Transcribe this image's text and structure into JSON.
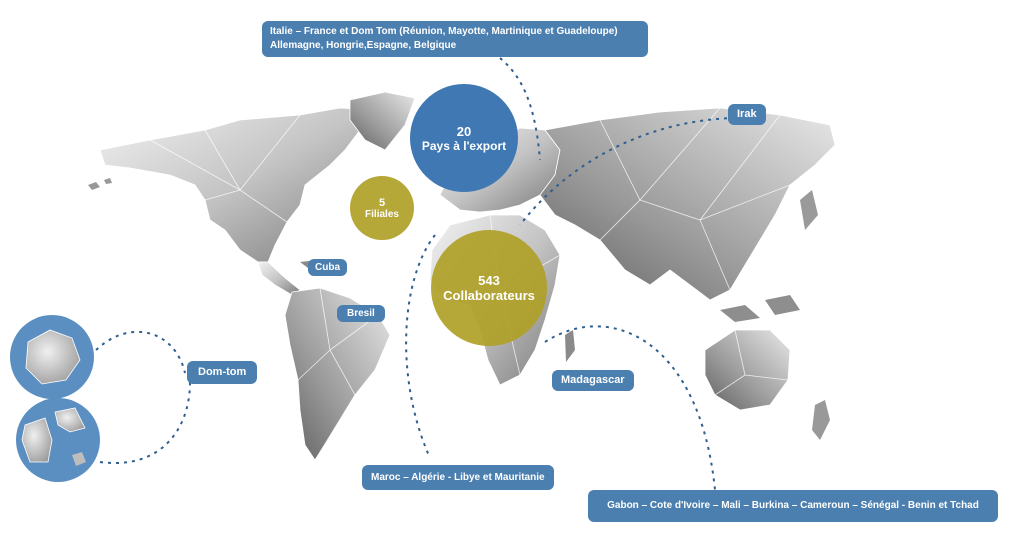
{
  "map": {
    "dom_tom_islands": [
      "island-reunion",
      "island-guadeloupe"
    ]
  },
  "stats": {
    "export": {
      "value": "20",
      "label": "Pays à l'export",
      "color": "#3f78b3"
    },
    "filiales": {
      "value": "5",
      "label": "Filiales",
      "color": "#b09f28"
    },
    "collaborateurs": {
      "value": "543",
      "label": "Collaborateurs",
      "color": "#b09f28"
    }
  },
  "labels": {
    "europe": {
      "line1": "Italie – France et Dom Tom (Réunion, Mayotte, Martinique et Guadeloupe)",
      "line2": "Allemagne, Hongrie,Espagne, Belgique"
    },
    "irak": "Irak",
    "cuba": "Cuba",
    "bresil": "Bresil",
    "domtom": "Dom-tom",
    "madagascar": "Madagascar",
    "maghreb": "Maroc – Algérie - Libye et Mauritanie",
    "africa": "Gabon – Cote d'Ivoire – Mali – Burkina – Cameroun – Sénégal  - Benin et Tchad"
  },
  "colors": {
    "label_bg": "#4a7fb0",
    "connector": "#2f5f8f",
    "land": "#c9c9c9"
  }
}
